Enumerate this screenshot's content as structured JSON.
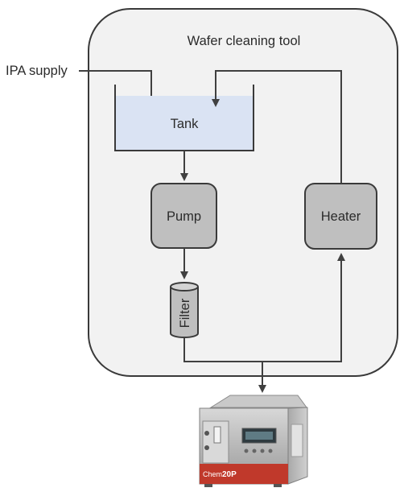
{
  "diagram": {
    "tool_title": "Wafer cleaning tool",
    "ipa_supply": "IPA supply",
    "tank": "Tank",
    "pump": "Pump",
    "heater": "Heater",
    "filter": "Filter",
    "instrument": {
      "brand": "Chem",
      "model": "20P"
    }
  },
  "colors": {
    "tool_fill": "#f2f2f2",
    "tool_stroke": "#3a3a3a",
    "liquid": "#dae3f3",
    "component_fill": "#bfbfbf",
    "line": "#404040",
    "instrument_accent": "#c0392b"
  }
}
